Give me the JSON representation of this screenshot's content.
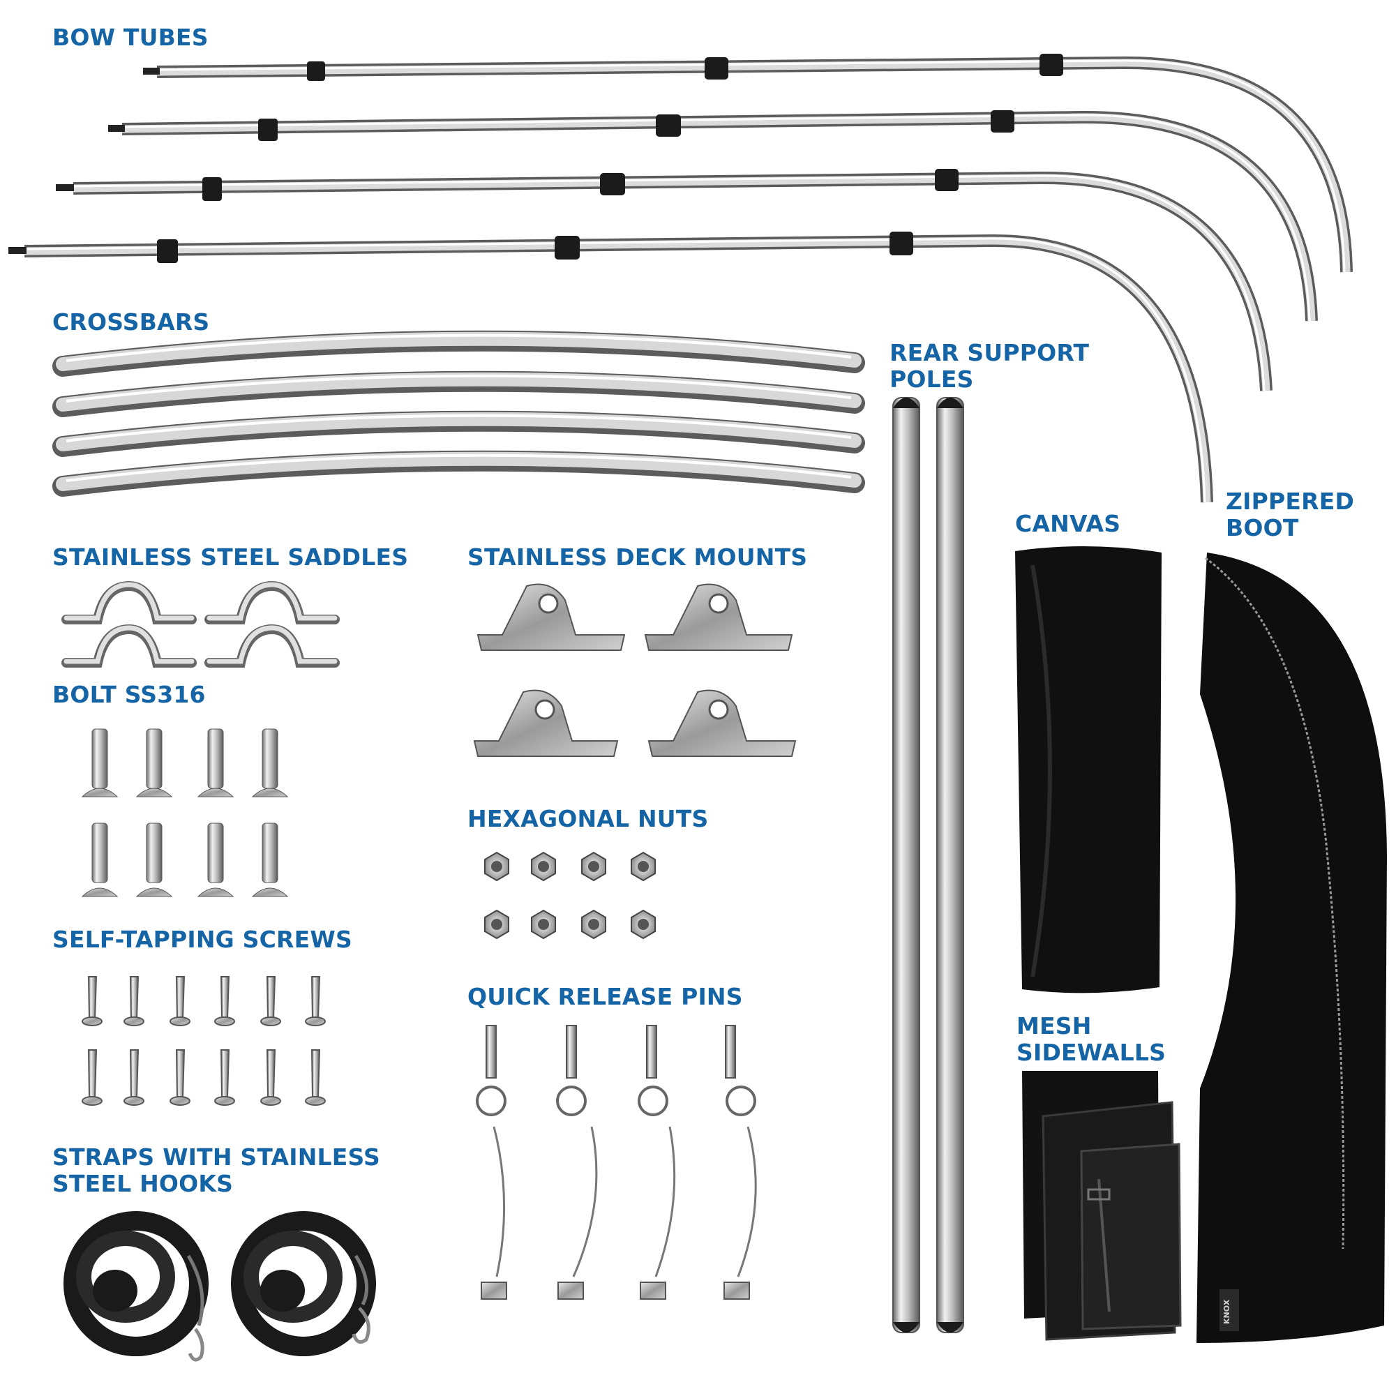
{
  "labels": {
    "bow_tubes": "BOW TUBES",
    "crossbars": "CROSSBARS",
    "rear_support_poles": "REAR SUPPORT\nPOLES",
    "stainless_steel_saddles": "STAINLESS STEEL SADDLES",
    "stainless_deck_mounts": "STAINLESS DECK MOUNTS",
    "bolt": "BOLT SS316",
    "hexagonal_nuts": "HEXAGONAL NUTS",
    "self_tapping_screws": "SELF-TAPPING SCREWS",
    "quick_release_pins": "QUICK RELEASE PINS",
    "straps": "STRAPS WITH STAINLESS\nSTEEL HOOKS",
    "canvas": "CANVAS",
    "zippered_boot": "ZIPPERED\nBOOT",
    "mesh_sidewalls": "MESH\nSIDEWALLS"
  },
  "boot_brand": "KNOX",
  "colors": {
    "label": "#1565a6",
    "metal_light": "#f2f2f2",
    "metal_dark": "#6b6b6b",
    "fabric": "#111111"
  }
}
